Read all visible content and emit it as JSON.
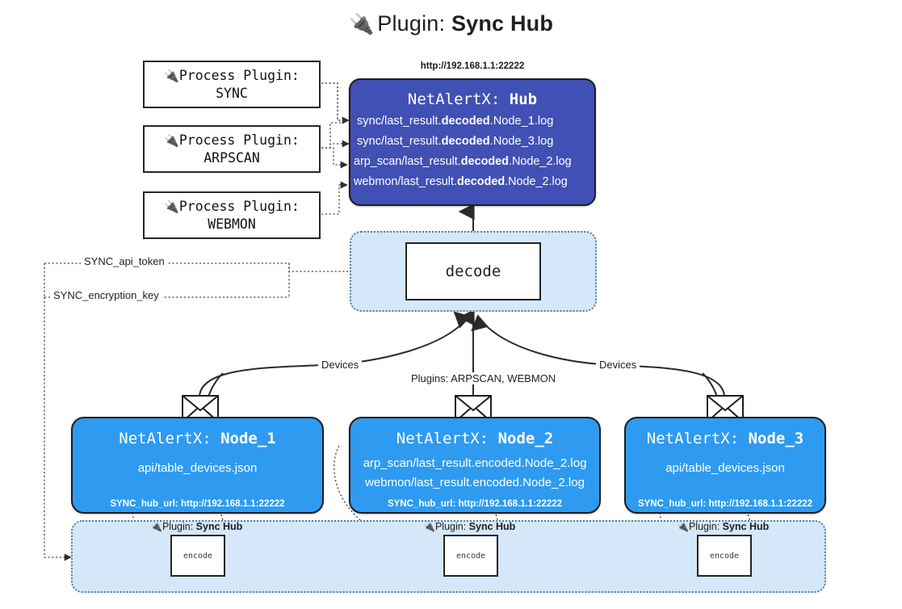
{
  "title": {
    "icon": "plug-icon",
    "prefix": "Plugin:",
    "name": "Sync Hub"
  },
  "colors": {
    "hub_fill": "#4150b4",
    "node_fill": "#2e9bf0",
    "container_fill": "#d5e8fa",
    "container_border": "#5b7a93",
    "stroke": "#1d1d1d",
    "page_bg": "#ffffff"
  },
  "process_plugins": [
    {
      "line1_prefix": "Process Plugin:",
      "line2": "SYNC",
      "icon": "plug-icon"
    },
    {
      "line1_prefix": "Process Plugin:",
      "line2": "ARPSCAN",
      "icon": "plug-icon"
    },
    {
      "line1_prefix": "Process Plugin:",
      "line2": "WEBMON",
      "icon": "plug-icon"
    }
  ],
  "hub": {
    "url": "http://192.168.1.1:22222",
    "title_prefix": "NetAlertX:",
    "title_name": "Hub",
    "rows": [
      {
        "pre": "sync/last_result.",
        "bold": "decoded",
        "post": ".Node_1.log"
      },
      {
        "pre": "sync/last_result.",
        "bold": "decoded",
        "post": ".Node_3.log"
      },
      {
        "pre": "arp_scan/last_result.",
        "bold": "decoded",
        "post": ".Node_2.log"
      },
      {
        "pre": "webmon/last_result.",
        "bold": "decoded",
        "post": ".Node_2.log"
      }
    ]
  },
  "decode": {
    "label": "decode"
  },
  "secrets": [
    {
      "label": "SYNC_api_token"
    },
    {
      "label": "SYNC_encryption_key"
    }
  ],
  "edge_labels": {
    "devices_left": "Devices",
    "devices_right": "Devices",
    "plugins_center": "Plugins: ARPSCAN, WEBMON"
  },
  "nodes": [
    {
      "title_prefix": "NetAlertX:",
      "title_name": "Node_1",
      "lines": [
        "api/table_devices.json"
      ],
      "url_key": "SYNC_hub_url:",
      "url_value": "http://192.168.1.1:22222",
      "icon": "envelope-icon"
    },
    {
      "title_prefix": "NetAlertX:",
      "title_name": "Node_2",
      "lines": [
        "arp_scan/last_result.encoded.Node_2.log",
        "webmon/last_result.encoded.Node_2.log"
      ],
      "url_key": "SYNC_hub_url:",
      "url_value": "http://192.168.1.1:22222",
      "icon": "envelope-icon"
    },
    {
      "title_prefix": "NetAlertX:",
      "title_name": "Node_3",
      "lines": [
        "api/table_devices.json"
      ],
      "url_key": "SYNC_hub_url:",
      "url_value": "http://192.168.1.1:22222",
      "icon": "envelope-icon"
    }
  ],
  "encoders": [
    {
      "label_prefix": "Plugin:",
      "label_name": "Sync Hub",
      "box_label": "encode",
      "icon": "plug-icon"
    },
    {
      "label_prefix": "Plugin:",
      "label_name": "Sync Hub",
      "box_label": "encode",
      "icon": "plug-icon"
    },
    {
      "label_prefix": "Plugin:",
      "label_name": "Sync Hub",
      "box_label": "encode",
      "icon": "plug-icon"
    }
  ]
}
